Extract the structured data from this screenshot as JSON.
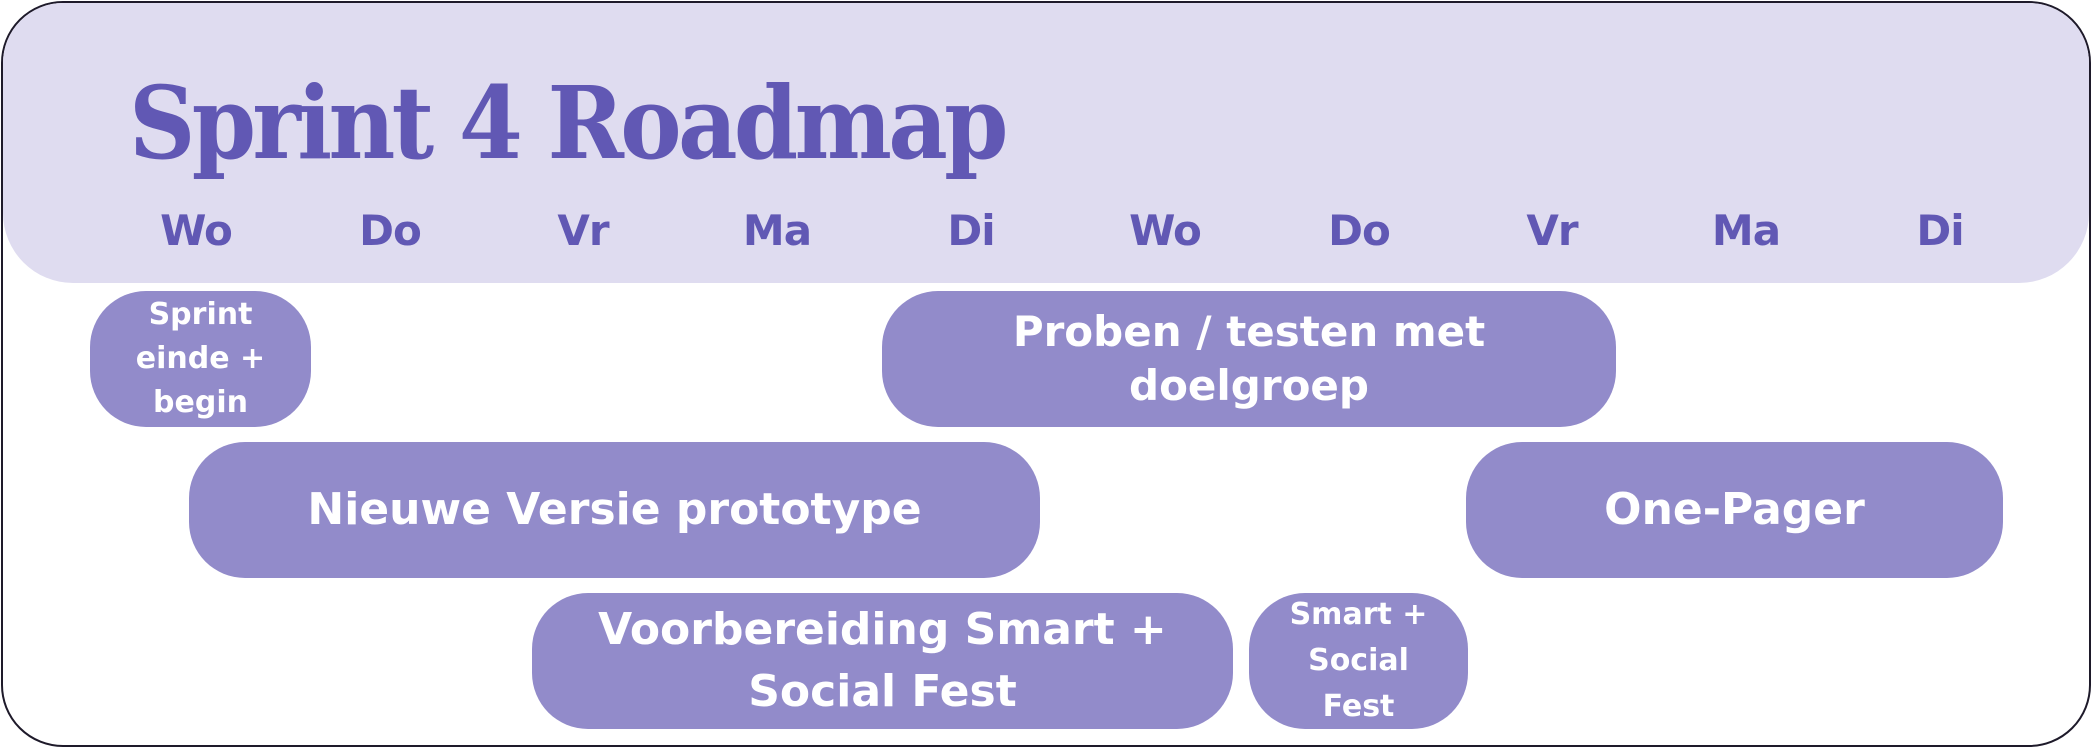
{
  "title": "Sprint 4 Roadmap",
  "colors": {
    "header_band": "#dfdcf0",
    "accent_text": "#6158b4",
    "bar_fill": "#928bca",
    "bar_text": "#ffffff",
    "border": "#1e1a2a"
  },
  "timeline": {
    "days": [
      "Wo",
      "Do",
      "Vr",
      "Ma",
      "Di",
      "Wo",
      "Do",
      "Vr",
      "Ma",
      "Di"
    ]
  },
  "tasks": [
    {
      "label": "Sprint einde + begin",
      "start_day_index": 0,
      "end_day_index": 0,
      "row": 1
    },
    {
      "label": "Proben / testen met doelgroep",
      "start_day_index": 4,
      "end_day_index": 7,
      "row": 1
    },
    {
      "label": "Nieuwe Versie prototype",
      "start_day_index": 0,
      "end_day_index": 4,
      "row": 2
    },
    {
      "label": "One-Pager",
      "start_day_index": 7,
      "end_day_index": 9,
      "row": 2
    },
    {
      "label": "Voorbereiding Smart + Social Fest",
      "start_day_index": 2,
      "end_day_index": 5,
      "row": 3
    },
    {
      "label": "Smart + Social Fest",
      "start_day_index": 6,
      "end_day_index": 6,
      "row": 3
    }
  ]
}
